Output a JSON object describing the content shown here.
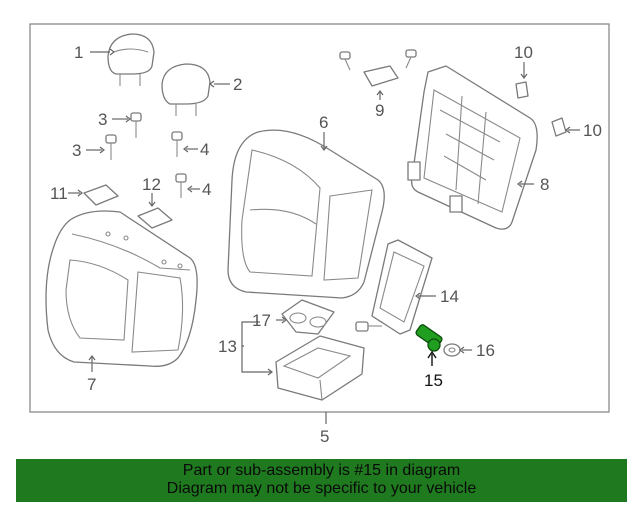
{
  "diagram": {
    "callouts": {
      "c1": "1",
      "c2": "2",
      "c3a": "3",
      "c3b": "3",
      "c4a": "4",
      "c4b": "4",
      "c5": "5",
      "c6": "6",
      "c7": "7",
      "c8": "8",
      "c9": "9",
      "c10a": "10",
      "c10b": "10",
      "c11": "11",
      "c12": "12",
      "c13": "13",
      "c14": "14",
      "c15": "15",
      "c16": "16",
      "c17": "17"
    },
    "highlight_part": "15",
    "colors": {
      "highlight": "#1f9e1f",
      "banner": "#1f7a1f",
      "line": "#7a7a7a"
    }
  },
  "banner": {
    "line1": "Part or sub-assembly is #15 in diagram",
    "line2": "Diagram may not be specific to your vehicle"
  }
}
